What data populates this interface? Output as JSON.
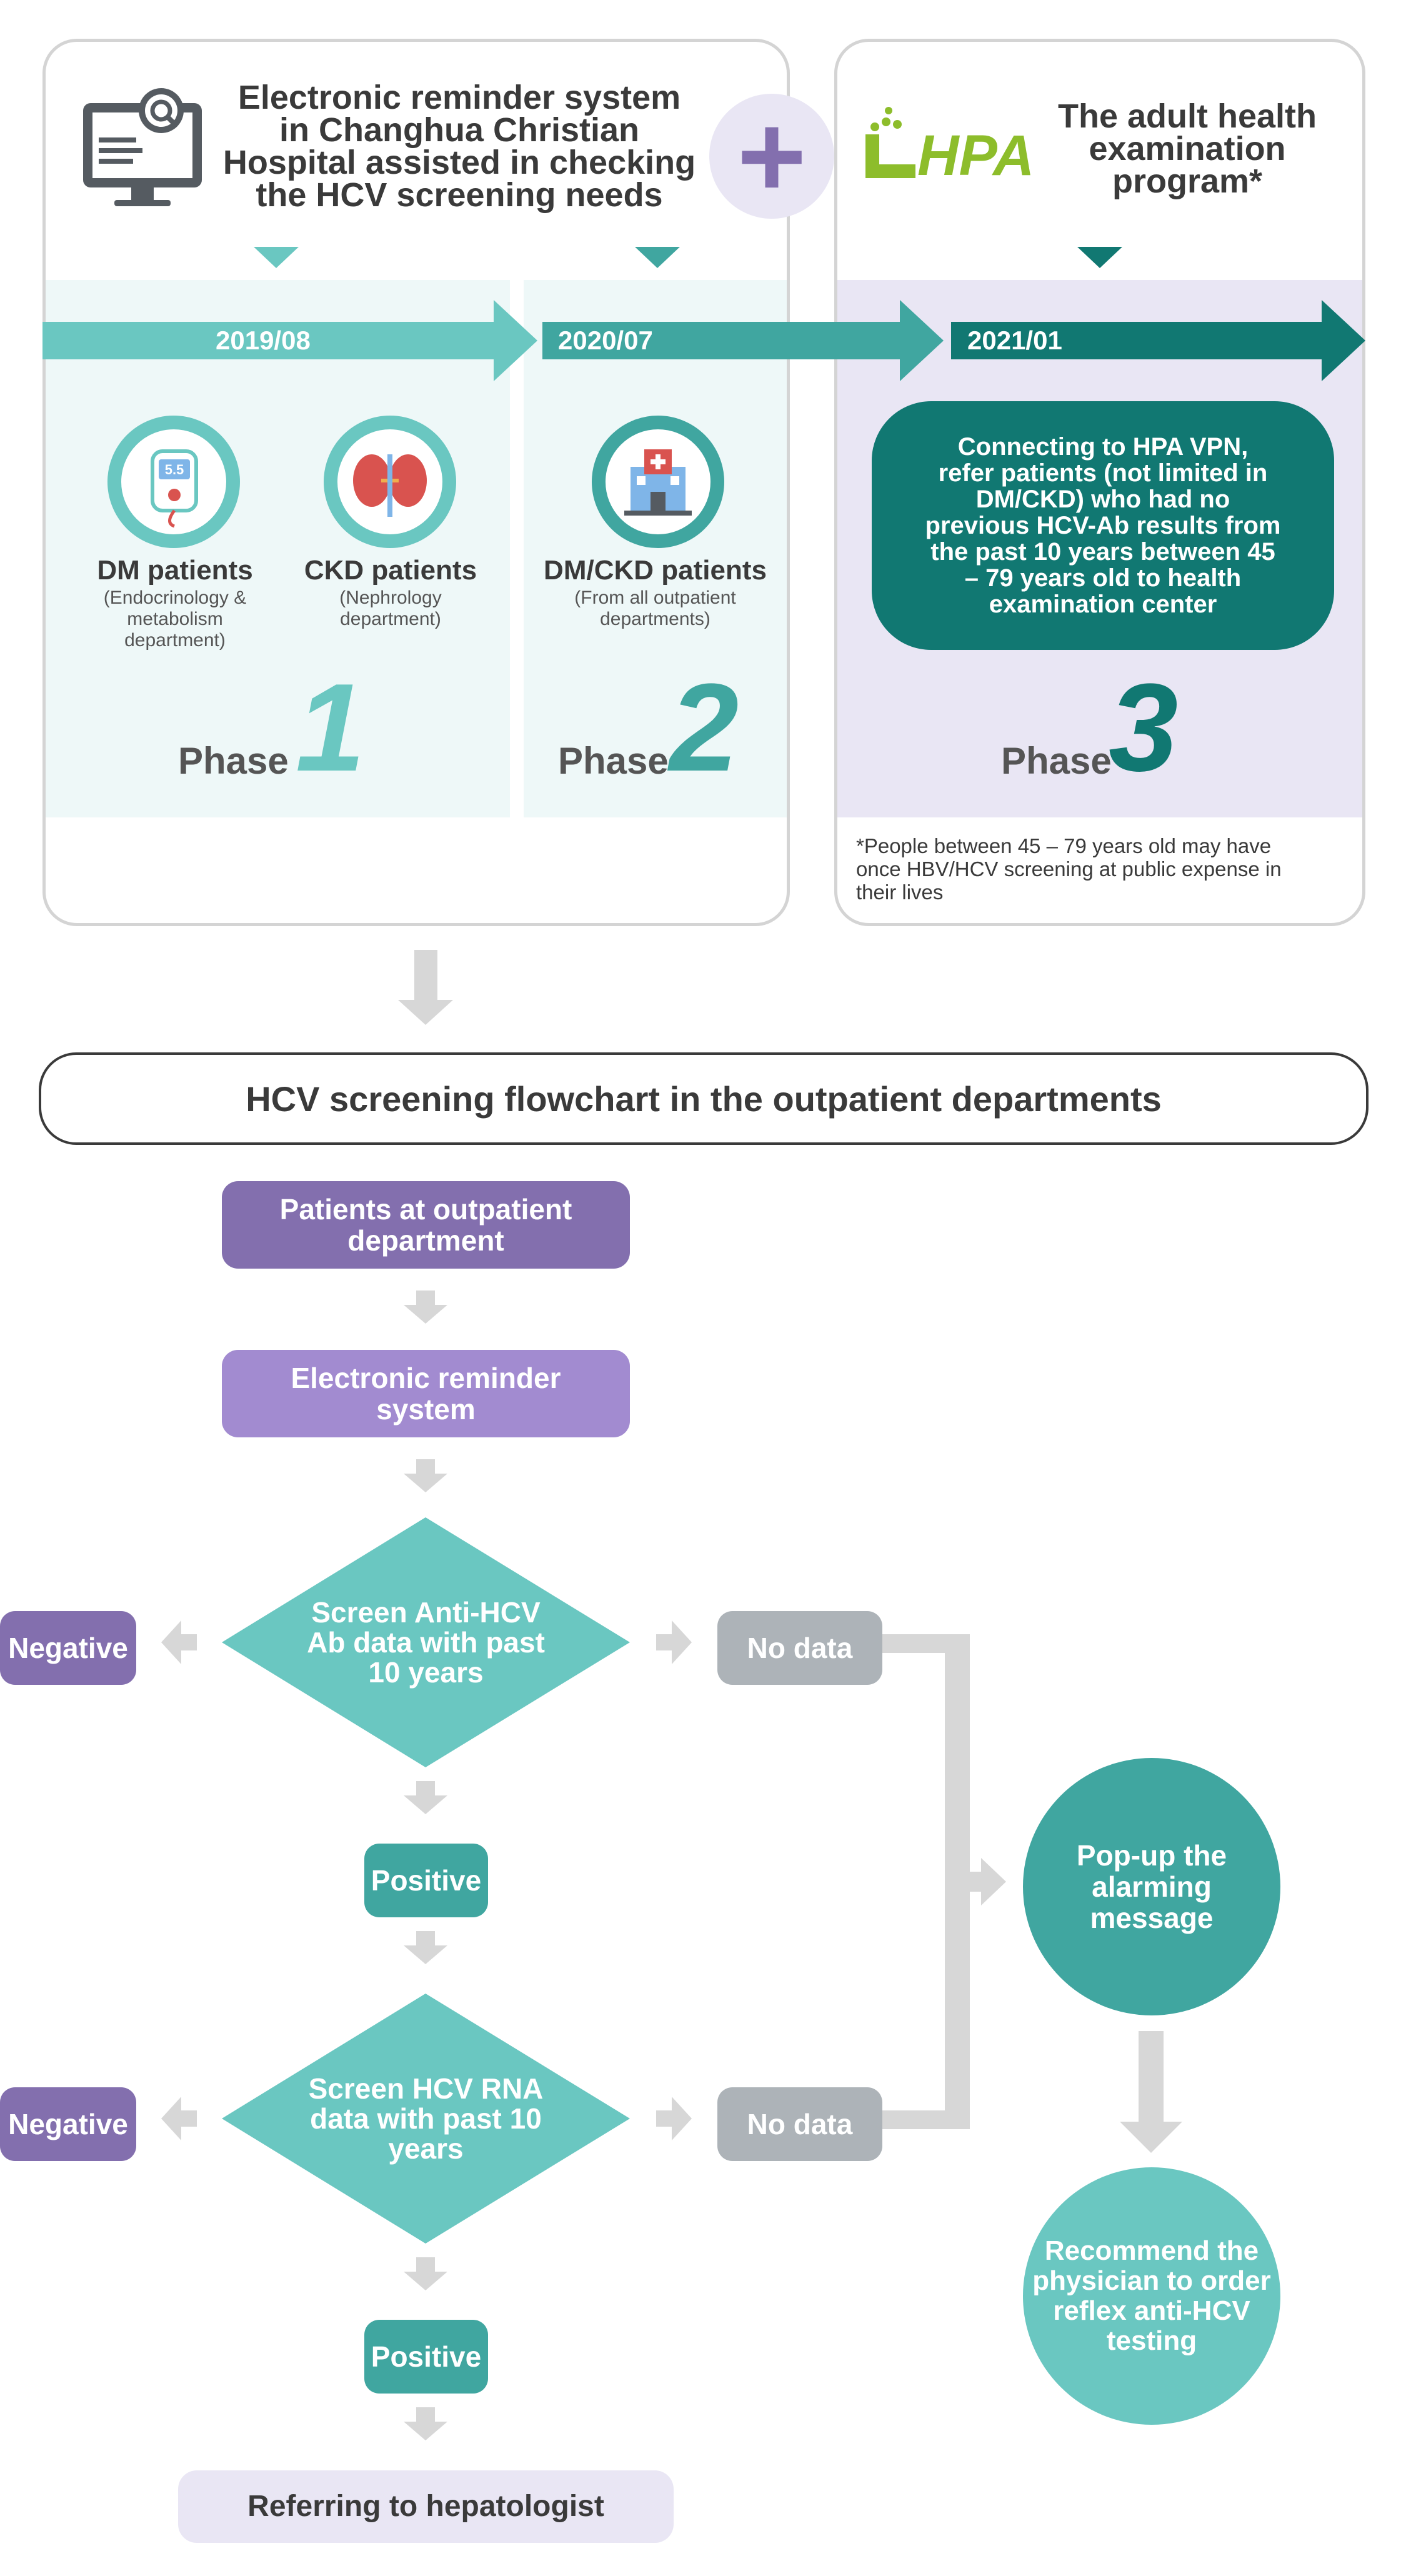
{
  "colors": {
    "teal_light": "#6ac7c1",
    "teal_mid": "#40a6a0",
    "teal_dark": "#117872",
    "purple_dark": "#836fae",
    "purple_light": "#a28bd0",
    "grey_node": "#adb3b8",
    "lavender_bg": "#e9e6f4",
    "mint_bg": "#eef8f8",
    "hpa_green": "#8dbd2b"
  },
  "top": {
    "left_card_title": "Electronic reminder system in Changhua Christian Hospital assisted in checking the HCV screening needs",
    "left_title_lines": [
      "Electronic reminder system",
      "in Changhua Christian",
      "Hospital assisted in checking",
      "the HCV screening needs"
    ],
    "plus_symbol": "+",
    "hpa_logo_text": "HPA",
    "right_title_lines": [
      "The adult health",
      "examination",
      "program*"
    ],
    "dates": [
      "2019/08",
      "2020/07",
      "2021/01"
    ],
    "groups": [
      {
        "title": "DM patients",
        "sub": [
          "(Endocrinology &",
          "metabolism",
          "department)"
        ]
      },
      {
        "title": "CKD patients",
        "sub": [
          "(Nephrology",
          "department)"
        ]
      },
      {
        "title": "DM/CKD patients",
        "sub": [
          "(From all outpatient",
          "departments)"
        ]
      }
    ],
    "phase3_box_lines": [
      "Connecting to HPA VPN,",
      "refer patients (not limited in",
      "DM/CKD) who had no",
      "previous HCV-Ab results from",
      "the past 10 years between 45",
      "– 79 years old to health",
      "examination center"
    ],
    "phases": [
      {
        "word": "Phase",
        "number": "1"
      },
      {
        "word": "Phase",
        "number": "2"
      },
      {
        "word": "Phase",
        "number": "3"
      }
    ],
    "footnote_lines": [
      "*People between 45 – 79 years old may have",
      "once HBV/HCV screening at public expense in",
      "their lives"
    ]
  },
  "flowchart": {
    "banner": "HCV screening flowchart in the outpatient departments",
    "patients_lines": [
      "Patients at outpatient",
      "department"
    ],
    "reminder_lines": [
      "Electronic reminder",
      "system"
    ],
    "screen_ab_lines": [
      "Screen Anti-HCV",
      "Ab data with past",
      "10 years"
    ],
    "screen_rna_lines": [
      "Screen HCV RNA",
      "data with past 10",
      "years"
    ],
    "negative_label": "Negative",
    "no_data_label": "No data",
    "positive_label": "Positive",
    "popup_lines": [
      "Pop-up the",
      "alarming",
      "message"
    ],
    "recommend_lines": [
      "Recommend the",
      "physician to order",
      "reflex anti-HCV",
      "testing"
    ],
    "referring": "Referring to hepatologist"
  }
}
